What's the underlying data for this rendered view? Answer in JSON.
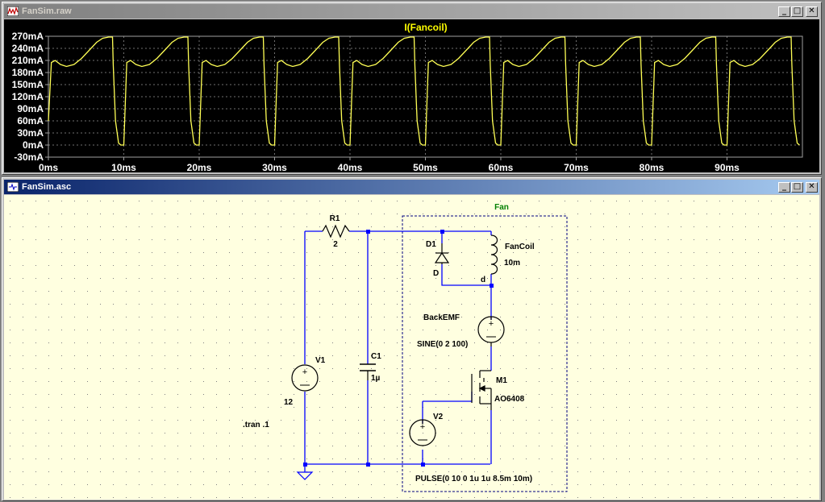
{
  "waveform_window": {
    "title": "FanSim.raw",
    "trace_label": "I(Fancoil)",
    "y_ticks": [
      "270mA",
      "240mA",
      "210mA",
      "180mA",
      "150mA",
      "120mA",
      "90mA",
      "60mA",
      "30mA",
      "0mA",
      "-30mA"
    ],
    "x_ticks": [
      "0ms",
      "10ms",
      "20ms",
      "30ms",
      "40ms",
      "50ms",
      "60ms",
      "70ms",
      "80ms",
      "90ms"
    ],
    "colors": {
      "background": "#000000",
      "trace": "#ffff55",
      "grid": "#808080",
      "trace_label": "#ffff00"
    }
  },
  "chart_data": {
    "type": "line",
    "title": "I(Fancoil)",
    "xlabel": "",
    "ylabel": "",
    "xlim": [
      0,
      100
    ],
    "ylim": [
      -30,
      270
    ],
    "x_unit": "ms",
    "y_unit": "mA",
    "grid": true,
    "series": [
      {
        "name": "I(Fancoil)",
        "x": [
          0,
          0.4,
          0.9,
          1.6,
          2.4,
          3.4,
          4.4,
          5.4,
          6.4,
          7.2,
          8.0,
          8.5,
          8.6,
          8.9,
          9.3,
          9.6,
          9.8,
          10.0,
          10.4,
          10.9,
          11.6,
          12.4,
          13.4,
          14.4,
          15.4,
          16.4,
          17.2,
          18.0,
          18.5,
          18.6,
          18.9,
          19.3,
          19.6,
          19.8,
          20.0,
          20.4,
          20.9,
          21.6,
          22.4,
          23.4,
          24.4,
          25.4,
          26.4,
          27.2,
          28.0,
          28.5,
          28.6,
          28.9,
          29.3,
          29.6,
          29.8,
          30.0,
          30.4,
          30.9,
          31.6,
          32.4,
          33.4,
          34.4,
          35.4,
          36.4,
          37.2,
          38.0,
          38.5,
          38.6,
          38.9,
          39.3,
          39.6,
          39.8,
          40.0,
          40.4,
          40.9,
          41.6,
          42.4,
          43.4,
          44.4,
          45.4,
          46.4,
          47.2,
          48.0,
          48.5,
          48.6,
          48.9,
          49.3,
          49.6,
          49.8,
          50.0,
          50.4,
          50.9,
          51.6,
          52.4,
          53.4,
          54.4,
          55.4,
          56.4,
          57.2,
          58.0,
          58.5,
          58.6,
          58.9,
          59.3,
          59.6,
          59.8,
          60.0,
          60.4,
          60.9,
          61.6,
          62.4,
          63.4,
          64.4,
          65.4,
          66.4,
          67.2,
          68.0,
          68.5,
          68.6,
          68.9,
          69.3,
          69.6,
          69.8,
          70.0,
          70.4,
          70.9,
          71.6,
          72.4,
          73.4,
          74.4,
          75.4,
          76.4,
          77.2,
          78.0,
          78.5,
          78.6,
          78.9,
          79.3,
          79.6,
          79.8,
          80.0,
          80.4,
          80.9,
          81.6,
          82.4,
          83.4,
          84.4,
          85.4,
          86.4,
          87.2,
          88.0,
          88.5,
          88.6,
          88.9,
          89.3,
          89.6,
          89.8,
          90.0,
          90.4,
          90.9,
          91.6,
          92.4,
          93.4,
          94.4,
          95.4,
          96.4,
          97.2,
          98.0,
          98.5,
          98.6,
          98.9,
          99.3,
          99.6
        ],
        "y": [
          60,
          205,
          210,
          200,
          195,
          200,
          215,
          235,
          255,
          265,
          268,
          268,
          200,
          60,
          5,
          0,
          0,
          0,
          205,
          210,
          200,
          195,
          200,
          215,
          235,
          255,
          265,
          268,
          268,
          200,
          60,
          5,
          0,
          0,
          0,
          205,
          210,
          200,
          195,
          200,
          215,
          235,
          255,
          265,
          268,
          268,
          200,
          60,
          5,
          0,
          0,
          0,
          205,
          210,
          200,
          195,
          200,
          215,
          235,
          255,
          265,
          268,
          268,
          200,
          60,
          5,
          0,
          0,
          0,
          205,
          210,
          200,
          195,
          200,
          215,
          235,
          255,
          265,
          268,
          268,
          200,
          60,
          5,
          0,
          0,
          0,
          205,
          210,
          200,
          195,
          200,
          215,
          235,
          255,
          265,
          268,
          268,
          200,
          60,
          5,
          0,
          0,
          0,
          205,
          210,
          200,
          195,
          200,
          215,
          235,
          255,
          265,
          268,
          268,
          200,
          60,
          5,
          0,
          0,
          0,
          205,
          210,
          200,
          195,
          200,
          215,
          235,
          255,
          265,
          268,
          268,
          200,
          60,
          5,
          0,
          0,
          0,
          205,
          210,
          200,
          195,
          200,
          215,
          235,
          255,
          265,
          268,
          268,
          200,
          60,
          5,
          0,
          0,
          0,
          205,
          210,
          200,
          195,
          200,
          215,
          235,
          255,
          265,
          268,
          268,
          200,
          60,
          5,
          0
        ]
      }
    ]
  },
  "schematic_window": {
    "title": "FanSim.asc",
    "labels": {
      "fan": "Fan",
      "r1_name": "R1",
      "r1_value": "2",
      "d1_name": "D1",
      "d1_model": "D",
      "coil_name": "FanCoil",
      "coil_value": "10m",
      "net_d": "d",
      "backemf_name": "BackEMF",
      "backemf_value": "SINE(0 2 100)",
      "c1_name": "C1",
      "c1_value": "1µ",
      "v1_name": "V1",
      "v1_value": "12",
      "m1_name": "M1",
      "m1_model": "AO6408",
      "v2_name": "V2",
      "v2_value": "PULSE(0 10 0 1u 1u 8.5m 10m)",
      "directive": ".tran .1"
    },
    "colors": {
      "background": "#ffffe0",
      "wire": "#0000ff",
      "component": "#000000",
      "block": "#000080",
      "fan_label": "#008000"
    }
  },
  "window_controls": {
    "minimize": "_",
    "maximize": "□",
    "close": "✕"
  }
}
